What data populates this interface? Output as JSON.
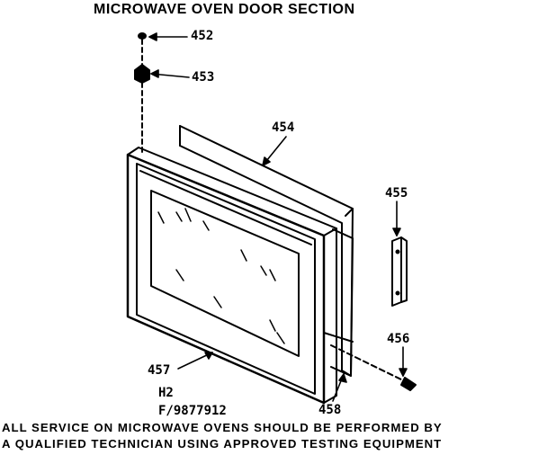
{
  "title": "MICROWAVE OVEN DOOR SECTION",
  "parts": [
    {
      "id": "p452",
      "label": "452"
    },
    {
      "id": "p453",
      "label": "453"
    },
    {
      "id": "p454",
      "label": "454"
    },
    {
      "id": "p455",
      "label": "455"
    },
    {
      "id": "p456",
      "label": "456"
    },
    {
      "id": "p457",
      "label": "457"
    },
    {
      "id": "p458",
      "label": "458"
    }
  ],
  "model": {
    "line1": "H2",
    "line2": "F/9877912"
  },
  "notice": {
    "line1": "ALL SERVICE ON MICROWAVE OVENS SHOULD BE PERFORMED BY",
    "line2": "A QUALIFIED TECHNICIAN USING APPROVED TESTING EQUIPMENT"
  }
}
